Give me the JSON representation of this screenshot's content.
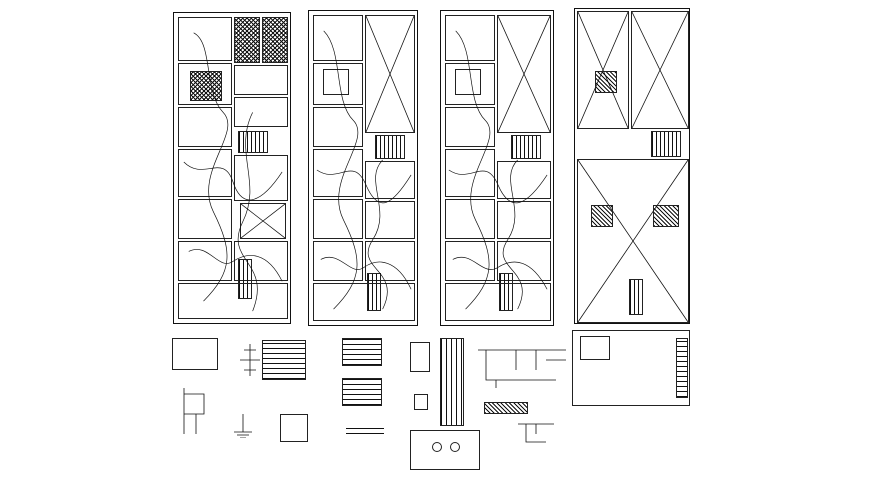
{
  "drawing": {
    "description_visible_text": "",
    "ink_color": "#111111",
    "paper_color": "#ffffff",
    "plans": [
      {
        "id": "plan-1",
        "kind": "electrical-layout"
      },
      {
        "id": "plan-2",
        "kind": "electrical-layout"
      },
      {
        "id": "plan-3",
        "kind": "electrical-layout"
      },
      {
        "id": "plan-4",
        "kind": "roof-layout"
      }
    ],
    "details_count": 14
  }
}
